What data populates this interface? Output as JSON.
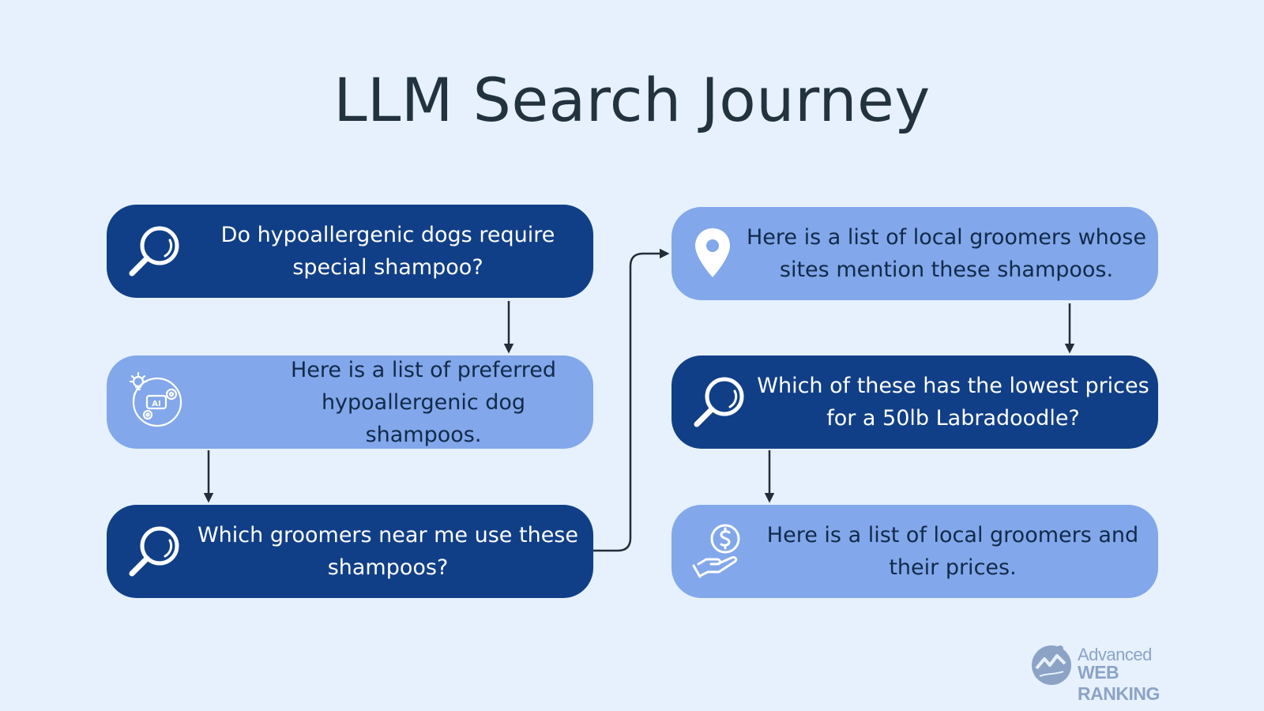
{
  "title": "LLM Search Journey",
  "steps": [
    {
      "text": "Do hypoallergenic dogs require special shampoo?",
      "icon": "search-icon",
      "style": "dark"
    },
    {
      "text": "Here is a list of preferred hypoallergenic dog shampoos.",
      "icon": "ai-icon",
      "style": "light"
    },
    {
      "text": "Which groomers near me use these shampoos?",
      "icon": "search-icon",
      "style": "dark"
    },
    {
      "text": "Here is a list of local groomers whose sites mention these shampoos.",
      "icon": "location-pin-icon",
      "style": "light"
    },
    {
      "text": "Which of these has the lowest prices for a 50lb Labradoodle?",
      "icon": "search-icon",
      "style": "dark"
    },
    {
      "text": "Here is a list of local groomers and their prices.",
      "icon": "money-hand-icon",
      "style": "light"
    }
  ],
  "logo": {
    "line1": "Advanced",
    "line2": "WEB RANKING"
  },
  "colors": {
    "background": "#e6f1fd",
    "dark_box": "#113f87",
    "light_box": "#82a7ea",
    "arrow": "#222d38"
  }
}
